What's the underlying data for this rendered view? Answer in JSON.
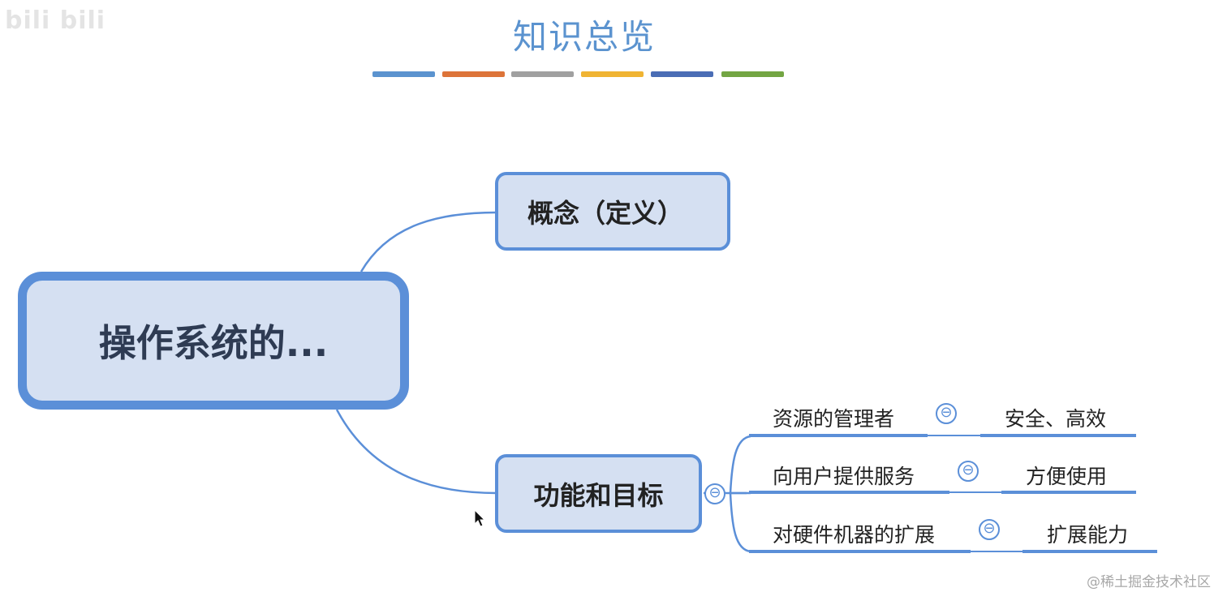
{
  "header": {
    "logo_text": "bili bili",
    "title": "知识总览"
  },
  "color_bars": [
    "#5b93cf",
    "#dd7439",
    "#a0a0a0",
    "#f0b433",
    "#4a6db5",
    "#73a543"
  ],
  "mindmap": {
    "root": {
      "label": "操作系统的..."
    },
    "concept": {
      "label": "概念（定义）"
    },
    "functions": {
      "label": "功能和目标",
      "collapse_icon": "⊖",
      "items": [
        {
          "label": "资源的管理者",
          "child": "安全、高效",
          "toggle": "⊖"
        },
        {
          "label": "向用户提供服务",
          "child": "方便使用",
          "toggle": "⊖"
        },
        {
          "label": "对硬件机器的扩展",
          "child": "扩展能力",
          "toggle": "⊖"
        }
      ]
    },
    "line_color": "#5b8fd8"
  },
  "footer": {
    "watermark": "@稀土掘金技术社区"
  }
}
